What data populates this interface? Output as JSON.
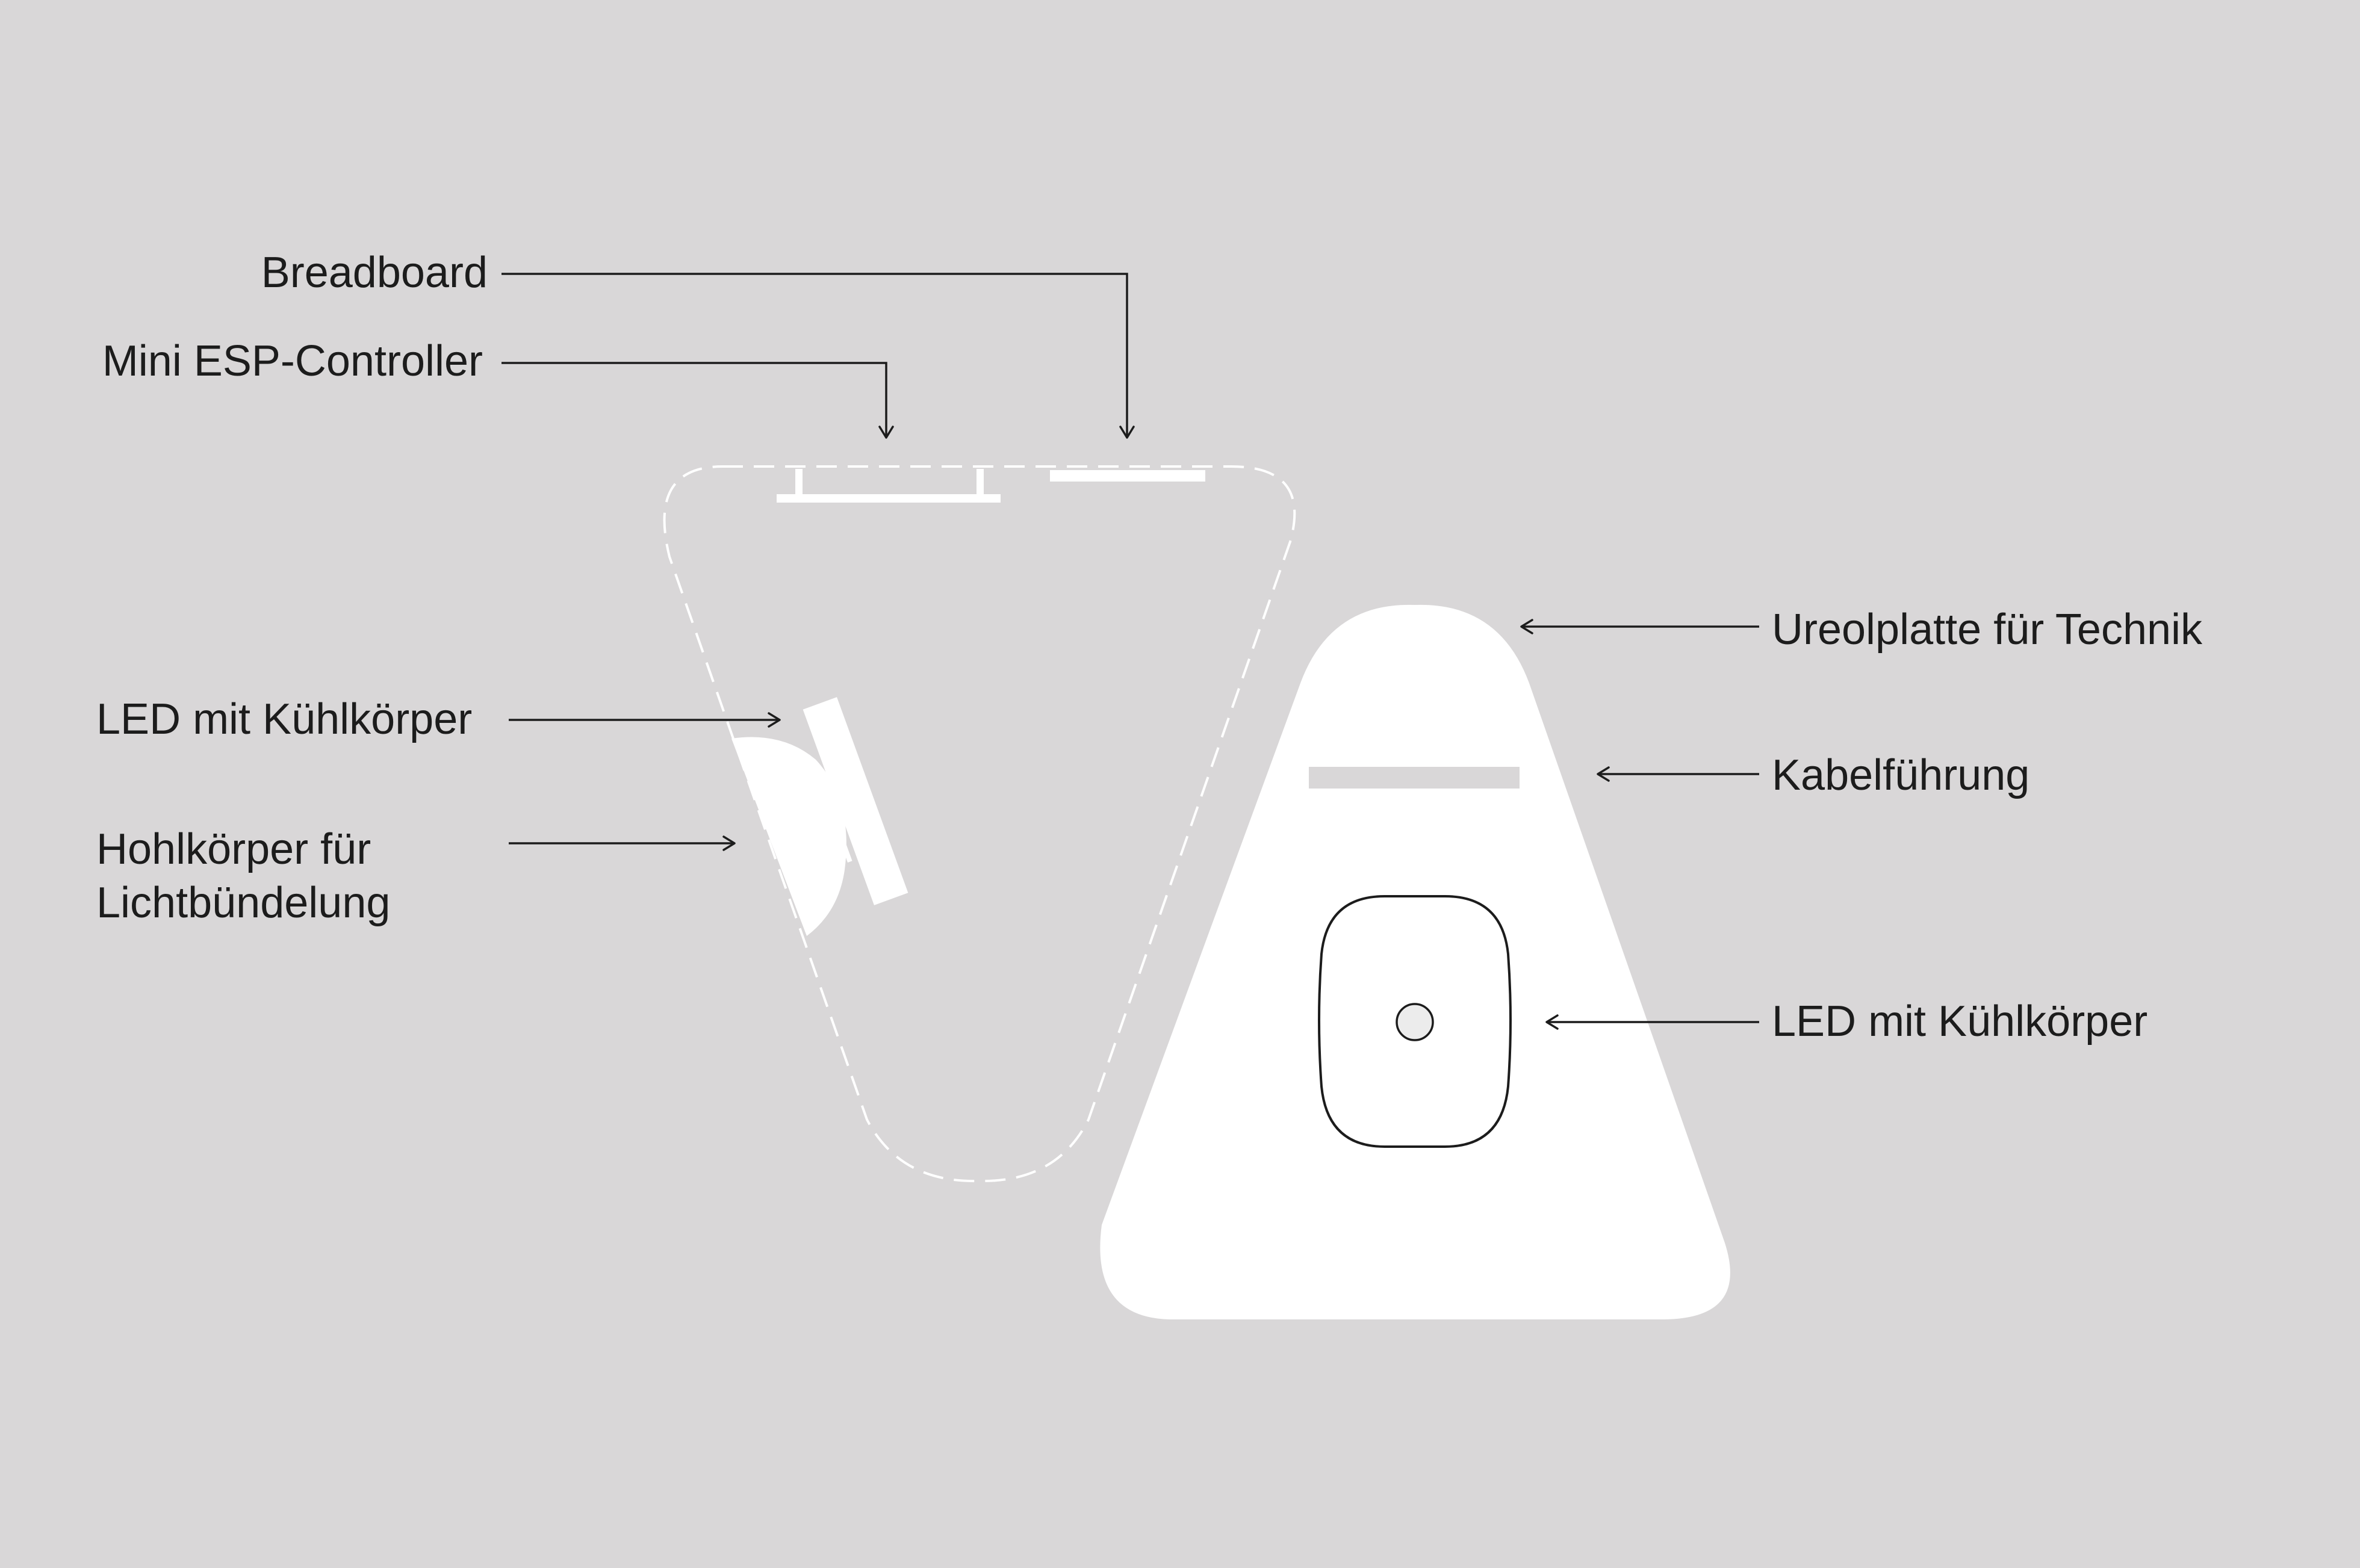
{
  "colors": {
    "background": "#d9d7d8",
    "shape_fill": "#ffffff",
    "text": "#1c1c1c",
    "slot": "#d9d7d8"
  },
  "labels": {
    "breadboard": "Breadboard",
    "mini_esp": "Mini ESP-Controller",
    "led_left": "LED mit Kühlkörper",
    "hohlkoerper_line1": "Hohlkörper für",
    "hohlkoerper_line2": "Lichtbündelung",
    "ureolplatte": "Ureolplatte für Technik",
    "kabelfuehrung": "Kabelführung",
    "led_right": "LED mit Kühlkörper"
  }
}
